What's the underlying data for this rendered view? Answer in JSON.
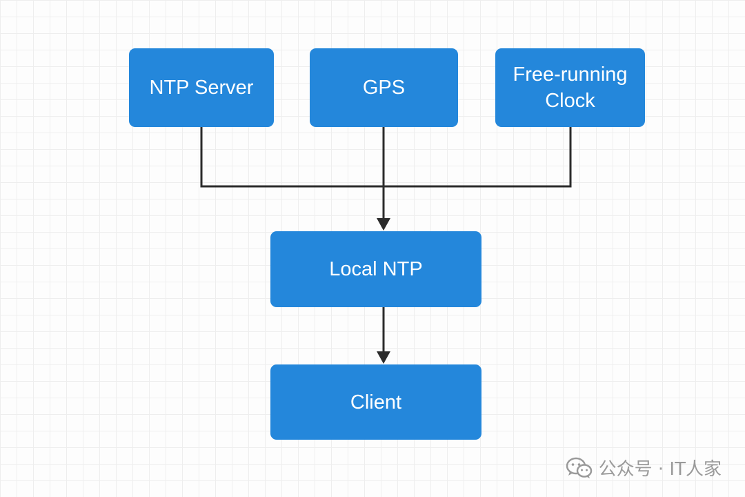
{
  "diagram": {
    "nodes": {
      "ntp_server": "NTP Server",
      "gps": "GPS",
      "free_running_clock": "Free-running\nClock",
      "local_ntp": "Local NTP",
      "client": "Client"
    },
    "edges": [
      {
        "from": "ntp_server",
        "to": "local_ntp"
      },
      {
        "from": "gps",
        "to": "local_ntp"
      },
      {
        "from": "free_running_clock",
        "to": "local_ntp"
      },
      {
        "from": "local_ntp",
        "to": "client"
      }
    ]
  },
  "colors": {
    "node_fill": "#2487db",
    "node_text": "#ffffff",
    "connector": "#2b2b2b",
    "watermark": "#9a9a9a"
  },
  "watermark": {
    "icon": "wechat-icon",
    "text": "公众号 · IT人家"
  }
}
